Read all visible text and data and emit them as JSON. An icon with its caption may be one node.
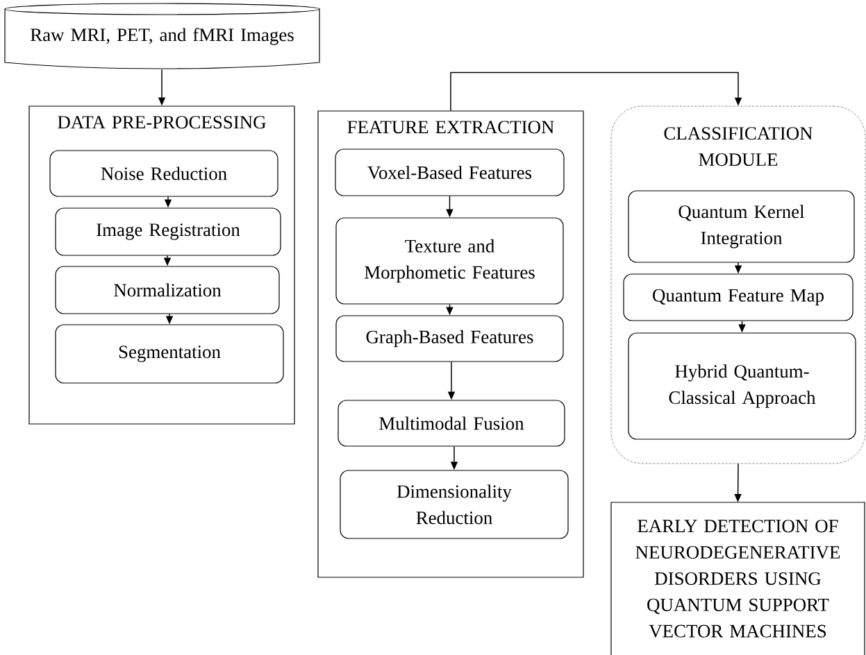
{
  "diagram": {
    "nodes": [
      {
        "text": [
          "Raw MRI, PET, and fMRI Images"
        ]
      },
      {
        "text": [
          "DATA PRE-PROCESSING"
        ]
      },
      {
        "text": [
          "Noise Reduction"
        ],
        "in": 1
      },
      {
        "text": [
          "Image Registration"
        ],
        "in": 1
      },
      {
        "text": [
          "Normalization"
        ],
        "in": 1
      },
      {
        "text": [
          "Segmentation"
        ],
        "in": 1
      },
      {
        "text": [
          "FEATURE EXTRACTION"
        ]
      },
      {
        "text": [
          "Voxel-Based Features"
        ],
        "in": 6
      },
      {
        "text": [
          "Texture and Morphometic Features"
        ],
        "in": 6
      },
      {
        "text": [
          "Graph-Based Features"
        ],
        "in": 6
      },
      {
        "text": [
          "Multimodal Fusion"
        ],
        "in": 6
      },
      {
        "text": [
          "Dimensionality Reduction"
        ],
        "in": 6
      },
      {
        "text": [
          "CLASSIFICATION MODULE"
        ]
      },
      {
        "text": [
          "Quantum Kernel Integration"
        ],
        "in": 12
      },
      {
        "text": [
          "Quantum Feature Map"
        ],
        "in": 12
      },
      {
        "text": [
          "Hybrid Quantum-Classical Approach"
        ],
        "in": 12
      },
      {
        "text": [
          "EARLY DETECTION OF NEURODEGENERATIVE DISORDERS USING QUANTUM SUPPORT VECTOR MACHINES"
        ]
      }
    ],
    "edges": [
      {
        "from": 0,
        "to": 1,
        "arrow": "to"
      },
      {
        "from": 2,
        "to": 3,
        "arrow": "to"
      },
      {
        "from": 3,
        "to": 4,
        "arrow": "to"
      },
      {
        "from": 4,
        "to": 5,
        "arrow": "to"
      },
      {
        "from": 6,
        "to": 12,
        "arrow": "to"
      },
      {
        "from": 7,
        "to": 8,
        "arrow": "to"
      },
      {
        "from": 8,
        "to": 9,
        "arrow": "to"
      },
      {
        "from": 9,
        "to": 10,
        "arrow": "to"
      },
      {
        "from": 10,
        "to": 11,
        "arrow": "to"
      },
      {
        "from": 13,
        "to": 14,
        "arrow": "to"
      },
      {
        "from": 14,
        "to": 15,
        "arrow": "to"
      },
      {
        "from": 12,
        "to": 16,
        "arrow": "to"
      }
    ]
  }
}
